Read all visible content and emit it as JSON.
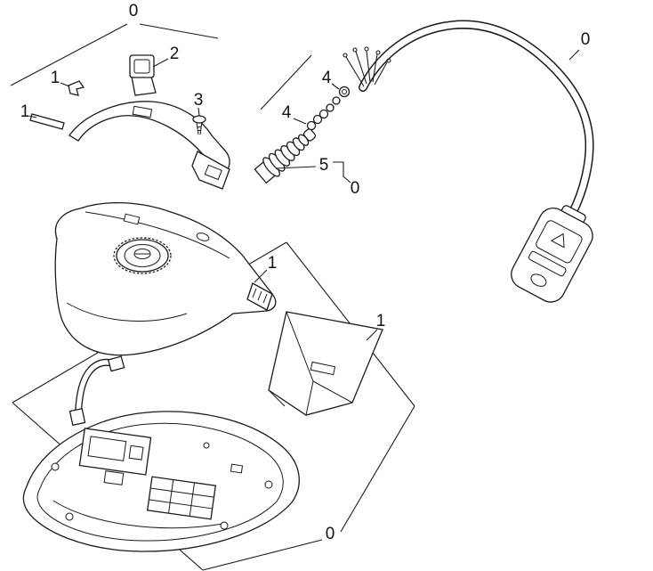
{
  "figure": {
    "type": "exploded-parts-diagram",
    "colors": {
      "background": "#ffffff",
      "line": "#1a1a1a"
    },
    "callouts": [
      {
        "id": "handle-assembly-group",
        "label": "0"
      },
      {
        "id": "clip",
        "label": "1"
      },
      {
        "id": "switch",
        "label": "2"
      },
      {
        "id": "strip",
        "label": "1"
      },
      {
        "id": "screw",
        "label": "3"
      },
      {
        "id": "ring-nut-upper",
        "label": "4"
      },
      {
        "id": "spring-lower",
        "label": "4"
      },
      {
        "id": "strain-relief",
        "label": "5"
      },
      {
        "id": "strain-relief-group",
        "label": "0"
      },
      {
        "id": "cable-assembly-group",
        "label": "0"
      },
      {
        "id": "iron-upper-housing",
        "label": "1"
      },
      {
        "id": "stand",
        "label": "1"
      },
      {
        "id": "base-assembly-group",
        "label": "0"
      }
    ]
  }
}
